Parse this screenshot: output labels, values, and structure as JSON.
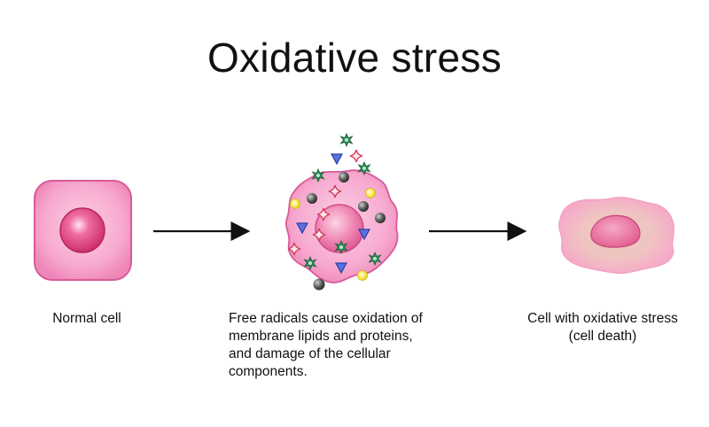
{
  "title": "Oxidative stress",
  "captions": {
    "normal_cell": "Normal cell",
    "free_radicals": [
      "Free radicals cause oxidation of",
      "membrane lipids and proteins,",
      "and damage of the cellular",
      "components."
    ],
    "stressed_cell": [
      "Cell with oxidative stress",
      "(cell death)"
    ]
  },
  "colors": {
    "cell_membrane": "#f7a8cf",
    "cell_border": "#d85a98",
    "nucleus": "#e0407f",
    "dead_cell_halo": "#f4b8cc",
    "dead_cell_body": "#e4c6b4",
    "radical_green": "#2f8f5a",
    "radical_blue": "#3a4fc4",
    "radical_red": "#d63c5a",
    "radical_yellow": "#f2e54a",
    "radical_gray": "#4a4a4a",
    "arrow": "#111111"
  },
  "icons": [
    "arrow-right-icon",
    "arrow-right-icon"
  ]
}
